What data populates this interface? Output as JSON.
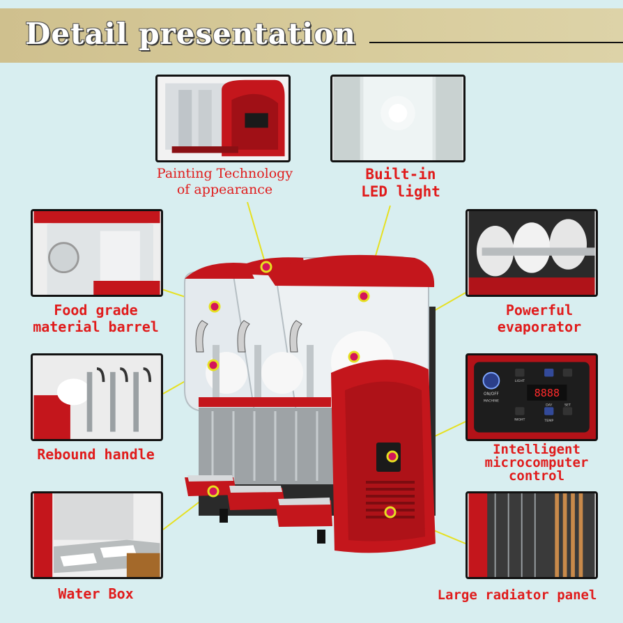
{
  "header": {
    "title": "Detail presentation"
  },
  "features": [
    {
      "id": "painting",
      "label_line1": "Painting Technology",
      "label_line2": "of appearance"
    },
    {
      "id": "led",
      "label_line1": "Built-in",
      "label_line2": "LED light"
    },
    {
      "id": "barrel",
      "label_line1": "Food grade",
      "label_line2": "material barrel"
    },
    {
      "id": "evaporator",
      "label_line1": "Powerful",
      "label_line2": "evaporator"
    },
    {
      "id": "handle",
      "label_line1": "Rebound handle"
    },
    {
      "id": "control",
      "label_line1": "Intelligent",
      "label_line2": "microcomputer",
      "label_line3": "control"
    },
    {
      "id": "waterbox",
      "label_line1": "Water Box"
    },
    {
      "id": "radiator",
      "label_line1": "Large radiator panel"
    }
  ],
  "control_panel": {
    "display": "8888",
    "power_label": "ON/OFF",
    "brand_text": "MACHINE",
    "btn_light": "LIGHT",
    "btn_night": "NIGHT",
    "btn_day": "DAY",
    "btn_set": "SET",
    "btn_temp": "TEMP"
  },
  "colors": {
    "accent_red": "#e01b1b",
    "machine_red": "#c4161c",
    "leader_line": "#e6e020",
    "dot": "#d4145a",
    "header_band": "#cfc08e",
    "background": "#d8eef0"
  }
}
